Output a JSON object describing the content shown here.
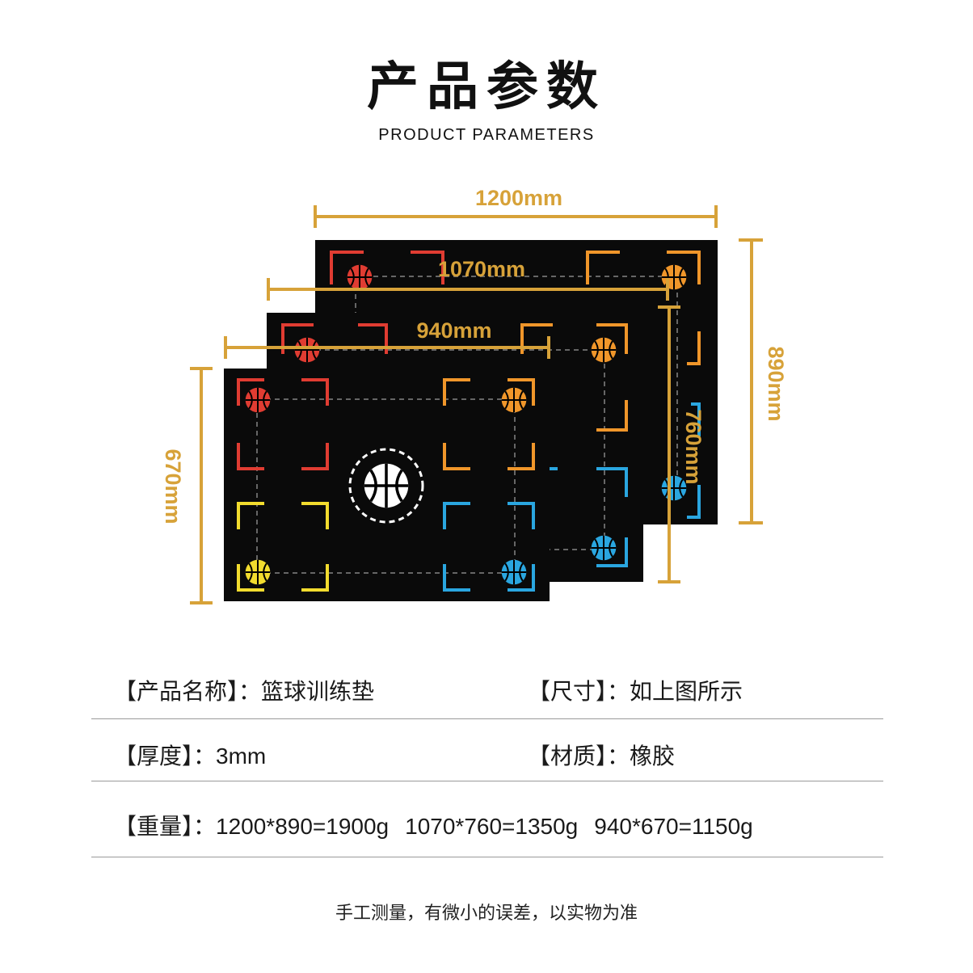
{
  "header": {
    "title": "产品参数",
    "subtitle": "PRODUCT PARAMETERS"
  },
  "dimensions": {
    "large_width": "1200mm",
    "large_height": "890mm",
    "medium_width": "1070mm",
    "medium_height": "760mm",
    "small_width": "940mm",
    "small_height": "670mm"
  },
  "colors": {
    "accent": "#d7a239",
    "mat": "#0a0a0a",
    "red": "#e03c32",
    "orange": "#f0962a",
    "yellow": "#f2dc2e",
    "blue": "#2aa6e0"
  },
  "icons": [
    "basketball-icon",
    "corner-marker"
  ],
  "specs": {
    "name_label": "【产品名称】：",
    "name_value": "篮球训练垫",
    "size_label": "【尺寸】：",
    "size_value": "如上图所示",
    "thickness_label": "【厚度】：",
    "thickness_value": "3mm",
    "material_label": "【材质】：",
    "material_value": "橡胶",
    "weight_label": "【重量】：",
    "weight_values": [
      "1200*890=1900g",
      "1070*760=1350g",
      "940*670=1150g"
    ]
  },
  "note": "手工测量，有微小的误差，以实物为准"
}
